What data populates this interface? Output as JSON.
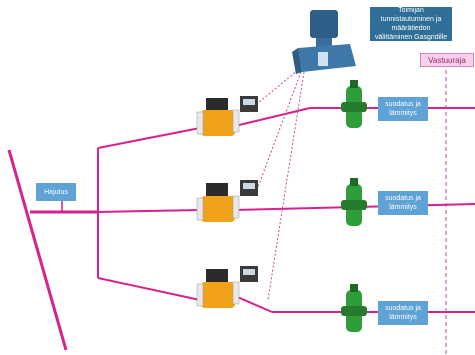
{
  "labels": {
    "distribution": "Hajutus",
    "operator_info": "Toimijan tunnistautuminen ja määrätiedon välittäminen Gasgridille",
    "responsibility_boundary": "Vastuuraja",
    "filter_heat_1": "suodatus ja lämmitys",
    "filter_heat_2": "suodatus ja lämmitys",
    "filter_heat_3": "suodatus ja lämmitys"
  },
  "colors": {
    "pipe": "#d6218f",
    "box_blue": "#5ea2d6",
    "box_dark": "#2f6f97",
    "meter_body": "#f0a21a",
    "filter_green": "#2f9e3a",
    "boundary_line": "#c04aa0"
  },
  "icons": [
    "gas-meter-icon",
    "filter-heater-icon",
    "data-logger-icon"
  ]
}
